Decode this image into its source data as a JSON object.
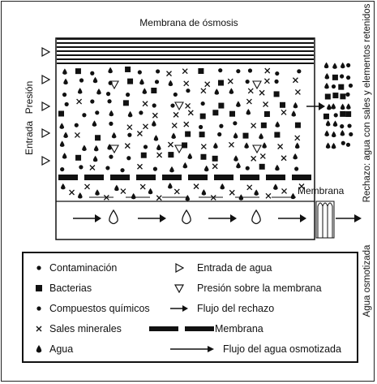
{
  "diagram": {
    "title": "Membrana de ósmosis",
    "left_label_top": "Presión",
    "left_label_bottom": "Entrada",
    "right_label_reject": "Rechazo: agua con sales y elementos retenidos",
    "right_label_permeate": "Agua osmotizada",
    "membrane_label": "Membrana"
  },
  "legend": {
    "left": [
      {
        "icon": "dot-icon",
        "label": "Contaminación"
      },
      {
        "icon": "square-icon",
        "label": "Bacterias"
      },
      {
        "icon": "dot-icon",
        "label": "Compuestos químicos"
      },
      {
        "icon": "cross-icon",
        "label": "Sales minerales"
      },
      {
        "icon": "drop-icon",
        "label": "Agua"
      }
    ],
    "right": [
      {
        "icon": "triangle-right-icon",
        "label": "Entrada de agua"
      },
      {
        "icon": "triangle-down-icon",
        "label": "Presión sobre la membrana"
      },
      {
        "icon": "arrow-icon",
        "label": "Flujo del rechazo"
      },
      {
        "icon": "dashes-icon",
        "label": "Membrana"
      },
      {
        "icon": "long-arrow-icon",
        "label": "Flujo del agua osmotizada"
      }
    ]
  }
}
